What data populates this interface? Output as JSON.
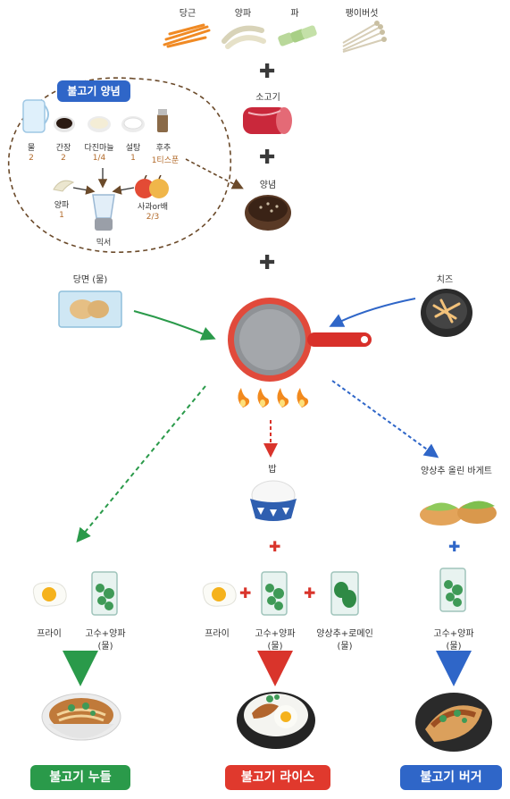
{
  "top_ingredients": [
    "당근",
    "양파",
    "파",
    "팽이버섯"
  ],
  "beef": "소고기",
  "sauce": {
    "title": "불고기 양념",
    "items": [
      {
        "name": "물",
        "qty": "2"
      },
      {
        "name": "간장",
        "qty": "2"
      },
      {
        "name": "다진마늘",
        "qty": "1/4"
      },
      {
        "name": "설탕",
        "qty": "1"
      },
      {
        "name": "후추",
        "qty": "1티스푼"
      }
    ],
    "onion": {
      "name": "양파",
      "qty": "1"
    },
    "fruit": {
      "name": "사과or배",
      "qty": "2/3"
    },
    "mixer": "믹서"
  },
  "marinade": "양념",
  "noodles": "당면 (물)",
  "cheese": "치즈",
  "rice": "밥",
  "baguette": "양상추 올린 바게트",
  "fried_egg": "프라이",
  "cilantro_onion": [
    "고수+양파",
    "(물)"
  ],
  "lettuce_romaine": [
    "양상추+로메인",
    "(물)"
  ],
  "dishes": [
    "불고기 누들",
    "불고기 라이스",
    "불고기 버거"
  ],
  "colors": {
    "green": "#2a9a4a",
    "red": "#e0392d",
    "blue": "#2f66c8"
  }
}
